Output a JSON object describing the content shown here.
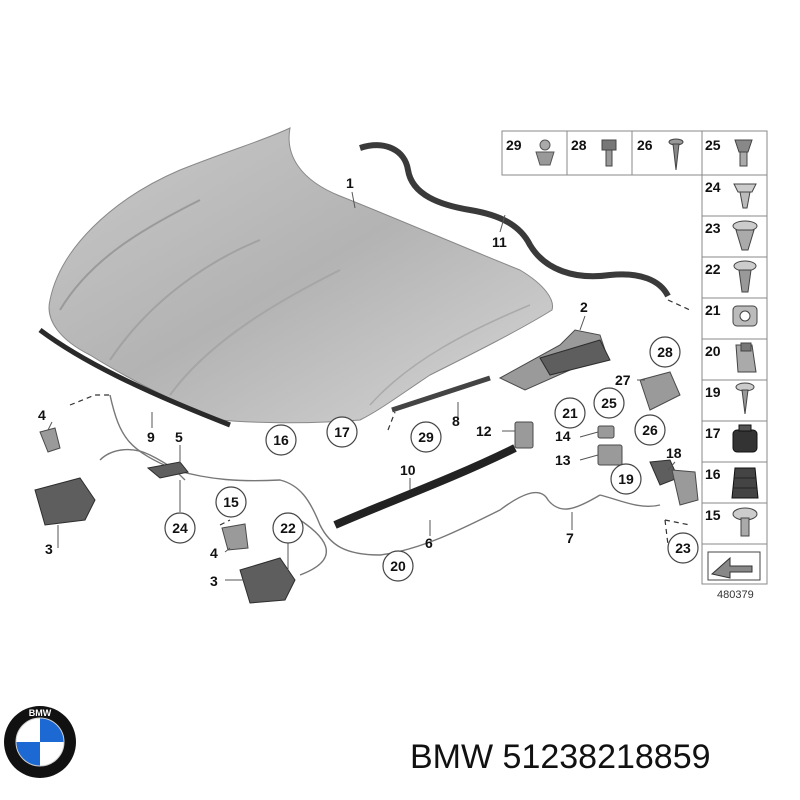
{
  "callouts": {
    "c1": "1",
    "c2": "2",
    "c3a": "3",
    "c3b": "3",
    "c4a": "4",
    "c4b": "4",
    "c5": "5",
    "c6": "6",
    "c7": "7",
    "c8": "8",
    "c9": "9",
    "c10": "10",
    "c11": "11",
    "c12": "12",
    "c13": "13",
    "c14": "14",
    "c18": "18",
    "c27": "27"
  },
  "circled": {
    "c15": "15",
    "c16": "16",
    "c17": "17",
    "c19": "19",
    "c20": "20",
    "c21": "21",
    "c22": "22",
    "c23": "23",
    "c24": "24",
    "c25": "25",
    "c26": "26",
    "c28": "28",
    "c29": "29"
  },
  "parts_table": {
    "top_row": [
      "29",
      "28",
      "26",
      "25"
    ],
    "column": [
      "24",
      "23",
      "22",
      "21",
      "20",
      "19",
      "17",
      "16",
      "15"
    ]
  },
  "reference_code": "480379",
  "brand": {
    "logo_text": "BMW",
    "caption": "BMW 51238218859",
    "colors": {
      "blue": "#1c69d4",
      "white": "#ffffff",
      "ring": "#111111"
    }
  }
}
